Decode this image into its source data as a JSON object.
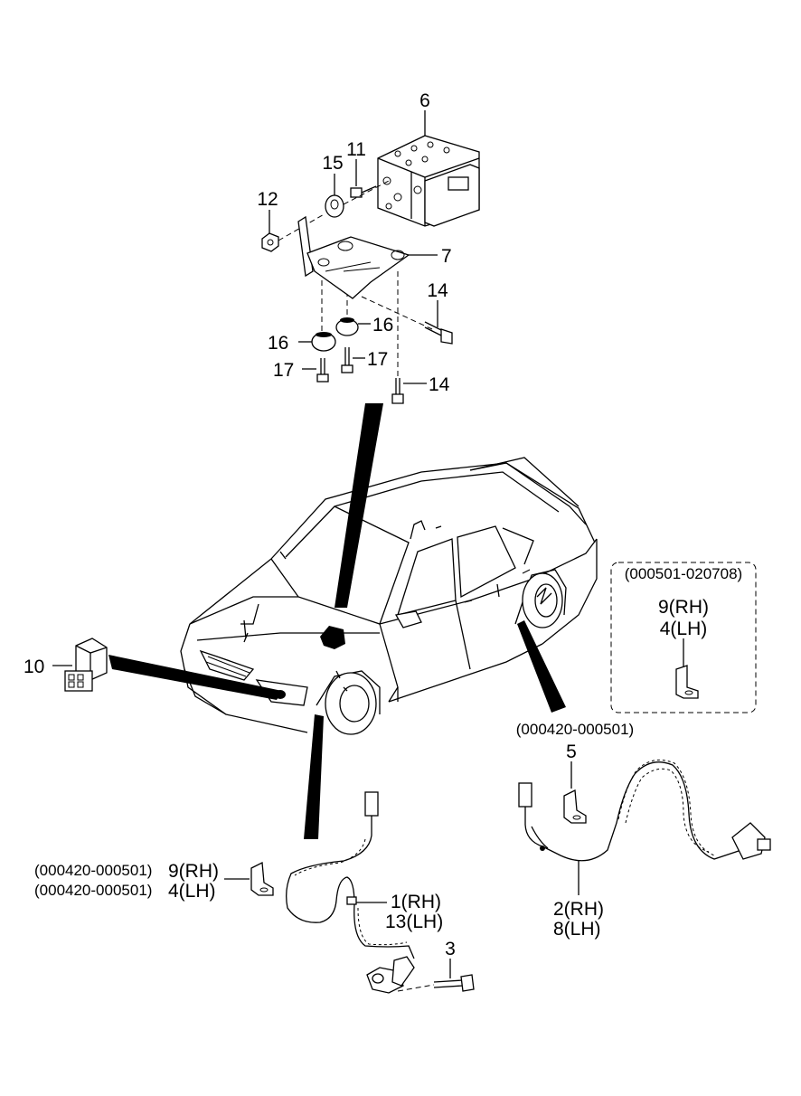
{
  "callouts": {
    "c6": "6",
    "c15": "15",
    "c11": "11",
    "c12": "12",
    "c7": "7",
    "c14a": "14",
    "c16a": "16",
    "c16b": "16",
    "c17a": "17",
    "c17b": "17",
    "c14b": "14",
    "c10": "10",
    "c5": "5",
    "c3": "3"
  },
  "inset": {
    "range": "(000501-020708)",
    "line1": "9(RH)",
    "line2": "4(LH)"
  },
  "rear_range": "(000420-000501)",
  "front_left": {
    "range1": "(000420-000501)",
    "part1": "9(RH)",
    "range2": "(000420-000501)",
    "part2": "4(LH)"
  },
  "front_sensor": {
    "rh": "1(RH)",
    "lh": "13(LH)"
  },
  "rear_sensor": {
    "rh": "2(RH)",
    "lh": "8(LH)"
  }
}
